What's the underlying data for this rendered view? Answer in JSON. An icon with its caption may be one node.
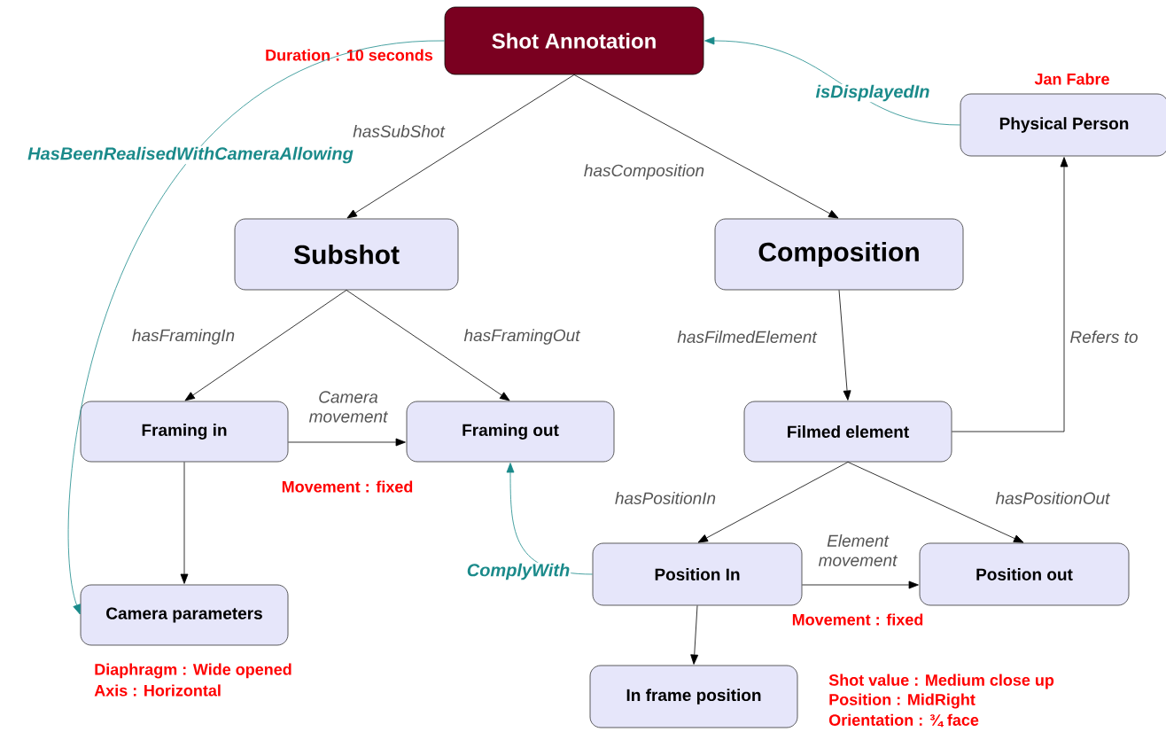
{
  "diagram": {
    "nodes": [
      {
        "text": [
          "Shot Annotation"
        ],
        "beside": [
          "Duration : 10 seconds"
        ]
      },
      {
        "text": [
          "Subshot"
        ]
      },
      {
        "text": [
          "Composition"
        ]
      },
      {
        "text": [
          "Physical Person"
        ],
        "beside": [
          "Jan Fabre"
        ]
      },
      {
        "text": [
          "Framing in"
        ]
      },
      {
        "text": [
          "Framing out"
        ]
      },
      {
        "text": [
          "Filmed element"
        ]
      },
      {
        "text": [
          "Camera parameters"
        ],
        "beside": [
          "Diaphragm : Wide opened",
          "Axis : Horizontal"
        ]
      },
      {
        "text": [
          "Position In"
        ]
      },
      {
        "text": [
          "Position out"
        ]
      },
      {
        "text": [
          "In frame position"
        ],
        "beside": [
          "Shot value : Medium close up",
          "Position : MidRight",
          "Orientation : ¾ face"
        ]
      }
    ],
    "edges": [
      {
        "from": 0,
        "to": 1,
        "arrow": "to",
        "label": "hasSubShot"
      },
      {
        "from": 0,
        "to": 2,
        "arrow": "to",
        "label": "hasComposition"
      },
      {
        "from": 1,
        "to": 4,
        "arrow": "to",
        "label": "hasFramingIn"
      },
      {
        "from": 1,
        "to": 5,
        "arrow": "to",
        "label": "hasFramingOut"
      },
      {
        "from": 4,
        "to": 5,
        "arrow": "to",
        "label": "Camera movement"
      },
      {
        "from": 4,
        "to": 7,
        "arrow": "to"
      },
      {
        "from": 2,
        "to": 6,
        "arrow": "to",
        "label": "hasFilmedElement"
      },
      {
        "from": 6,
        "to": 3,
        "arrow": "to",
        "label": "Refers to"
      },
      {
        "from": 3,
        "to": 0,
        "arrow": "to",
        "label": "isDisplayedIn",
        "color": "#1a8a8a"
      },
      {
        "from": 0,
        "to": 7,
        "arrow": "to",
        "label": "HasBeenRealisedWithCameraAllowing",
        "color": "#1a8a8a"
      },
      {
        "from": 6,
        "to": 8,
        "arrow": "to",
        "label": "hasPositionIn"
      },
      {
        "from": 6,
        "to": 9,
        "arrow": "to",
        "label": "hasPositionOut"
      },
      {
        "from": 8,
        "to": 9,
        "arrow": "to",
        "label": "Element movement"
      },
      {
        "from": 8,
        "to": 10,
        "arrow": "to"
      },
      {
        "from": 8,
        "to": 5,
        "arrow": "to",
        "label": "ComplyWith",
        "color": "#1a8a8a"
      }
    ],
    "labels": [
      "Movement : fixed",
      "Movement : fixed"
    ]
  }
}
